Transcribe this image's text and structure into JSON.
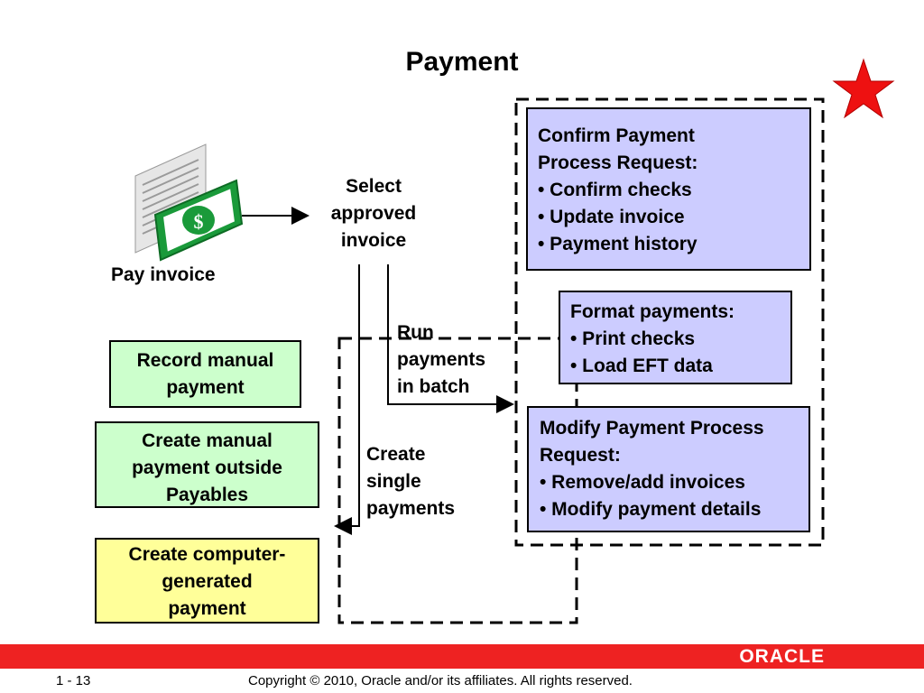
{
  "title": "Payment",
  "pay_invoice_label": "Pay invoice",
  "select_label": [
    "Select",
    "approved",
    "invoice"
  ],
  "run_label": [
    "Run",
    "payments",
    "in batch"
  ],
  "create_single_label": [
    "Create",
    "single",
    "payments"
  ],
  "record_manual": [
    "Record manual",
    "payment"
  ],
  "create_manual_outside": [
    "Create manual",
    "payment outside",
    "Payables"
  ],
  "create_computer": [
    "Create computer-",
    "generated",
    "payment"
  ],
  "confirm_box": [
    "Confirm Payment",
    "Process Request:",
    "• Confirm checks",
    "• Update invoice",
    "• Payment history"
  ],
  "format_box": [
    "Format payments:",
    "• Print checks",
    "• Load EFT data"
  ],
  "modify_box": [
    "Modify Payment Process",
    "Request:",
    "• Remove/add invoices",
    "• Modify payment details"
  ],
  "dollar_sign": "$",
  "footer": {
    "page": "1 - 13",
    "copyright": "Copyright © 2010, Oracle and/or its affiliates. All rights reserved.",
    "logo": "ORACLE"
  },
  "colors": {
    "green_box": "#ccffcc",
    "yellow_box": "#ffff99",
    "purple_box": "#ccccff",
    "star": "#ee1111",
    "footer_bar": "#ee2222"
  }
}
